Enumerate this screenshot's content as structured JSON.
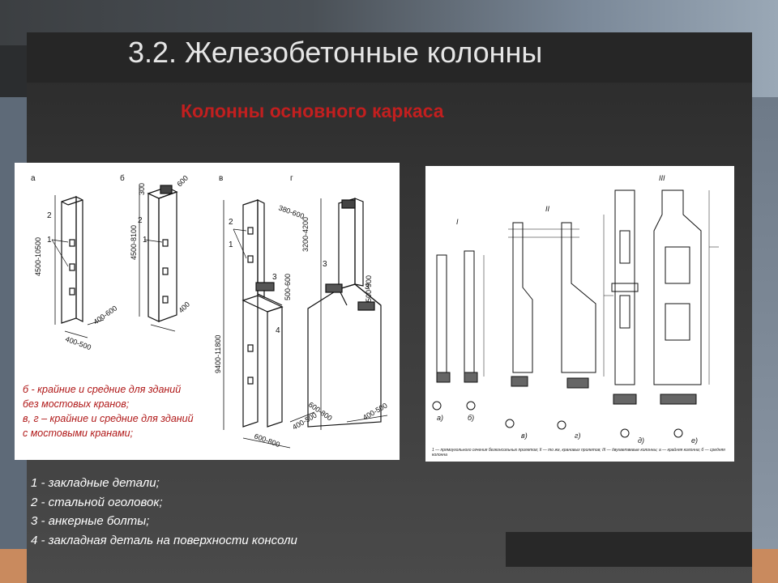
{
  "slide": {
    "title": "3.2. Железобетонные колонны",
    "subtitle": "Колонны основного каркаса"
  },
  "figure_left": {
    "variant_labels": [
      "а",
      "б",
      "в",
      "г"
    ],
    "dimensions": [
      "4500-10500",
      "400-600",
      "400-500",
      "4500-8100",
      "600",
      "300",
      "400",
      "380-600",
      "9400-11800",
      "3200-4200",
      "500-600",
      "500-900",
      "400-500",
      "600-800",
      "600-800",
      "400-500"
    ],
    "numbers": [
      "1",
      "2",
      "3",
      "4"
    ],
    "caption_lines": [
      "б - крайние и средние для зданий",
      "без мостовых кранов;",
      "в, г – крайние и средние для зданий",
      "с мостовыми кранами;"
    ]
  },
  "figure_right": {
    "roman_labels": [
      "I",
      "II",
      "III"
    ],
    "sub_labels": [
      "а)",
      "б)",
      "в)",
      "г)",
      "д)",
      "е)"
    ],
    "footnote": "1 — прямоугольного сечения безконсольных пролетов; II — то же, крановых пролетов; III — двухветвевые колонны; а — крайняя колонна; б — средняя колонна"
  },
  "legend": [
    "1 - закладные детали;",
    "2 - стальной оголовок;",
    "3 - анкерные болты;",
    "4 - закладная деталь на поверхности консоли"
  ]
}
